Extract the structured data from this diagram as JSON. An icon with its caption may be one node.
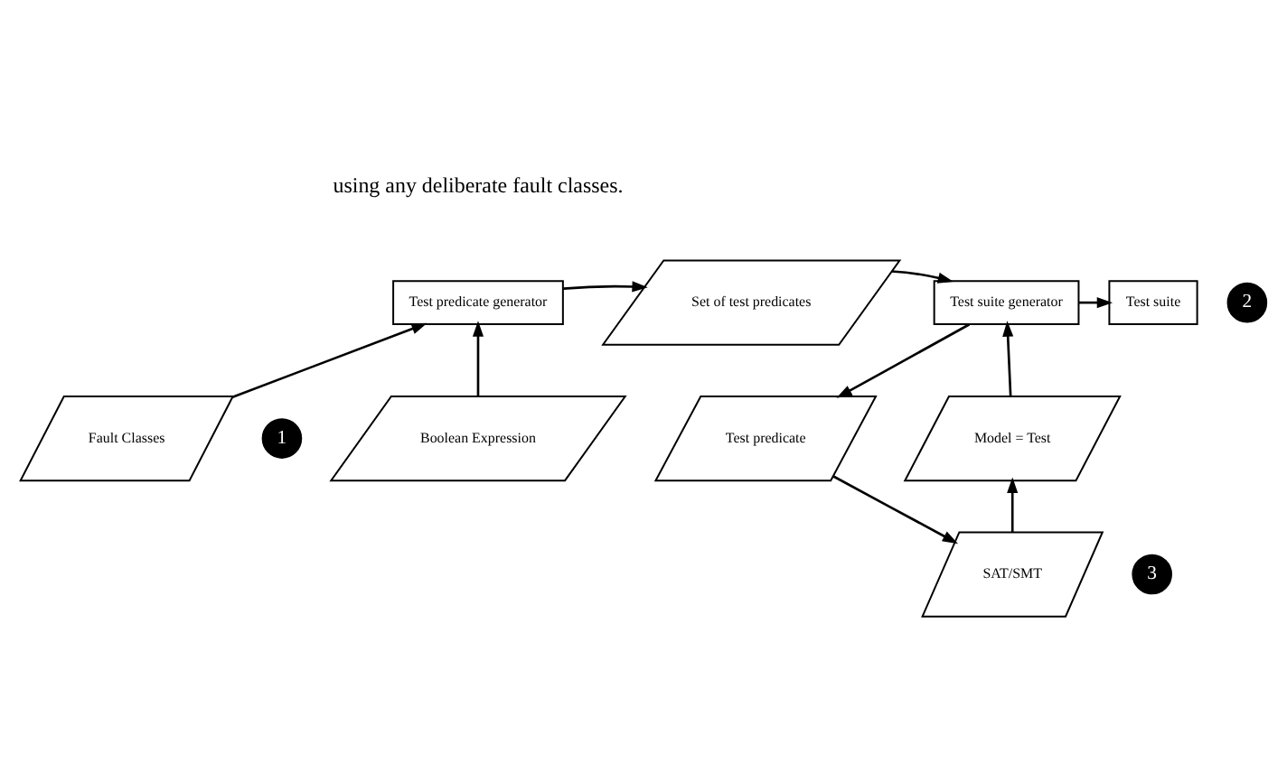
{
  "diagram": {
    "nodes": [
      {
        "text": [
          "Test predicate generator"
        ]
      },
      {
        "text": [
          "Set of test predicates"
        ]
      },
      {
        "text": [
          "Test suite generator"
        ]
      },
      {
        "text": [
          "Test suite"
        ]
      },
      {
        "text": [
          "Fault Classes"
        ]
      },
      {
        "text": [
          "Boolean Expression"
        ]
      },
      {
        "text": [
          "Model = Test"
        ]
      },
      {
        "text": [
          "Test predicate"
        ]
      },
      {
        "text": [
          "SAT/SMT"
        ]
      },
      {
        "text": [
          "1"
        ]
      },
      {
        "text": [
          "2"
        ]
      },
      {
        "text": [
          "3"
        ]
      }
    ],
    "edges": [
      {
        "from": 0,
        "to": 1,
        "arrow": "to"
      },
      {
        "from": 1,
        "to": 2,
        "arrow": "to"
      },
      {
        "from": 2,
        "to": 3,
        "arrow": "to"
      },
      {
        "from": 4,
        "to": 0,
        "arrow": "to"
      },
      {
        "from": 5,
        "to": 0,
        "arrow": "to"
      },
      {
        "from": 6,
        "to": 2,
        "arrow": "to"
      },
      {
        "from": 2,
        "to": 7,
        "arrow": "to"
      },
      {
        "from": 7,
        "to": 8,
        "arrow": "to"
      },
      {
        "from": 8,
        "to": 6,
        "arrow": "to"
      }
    ],
    "labels": [
      "using any deliberate fault classes."
    ]
  }
}
